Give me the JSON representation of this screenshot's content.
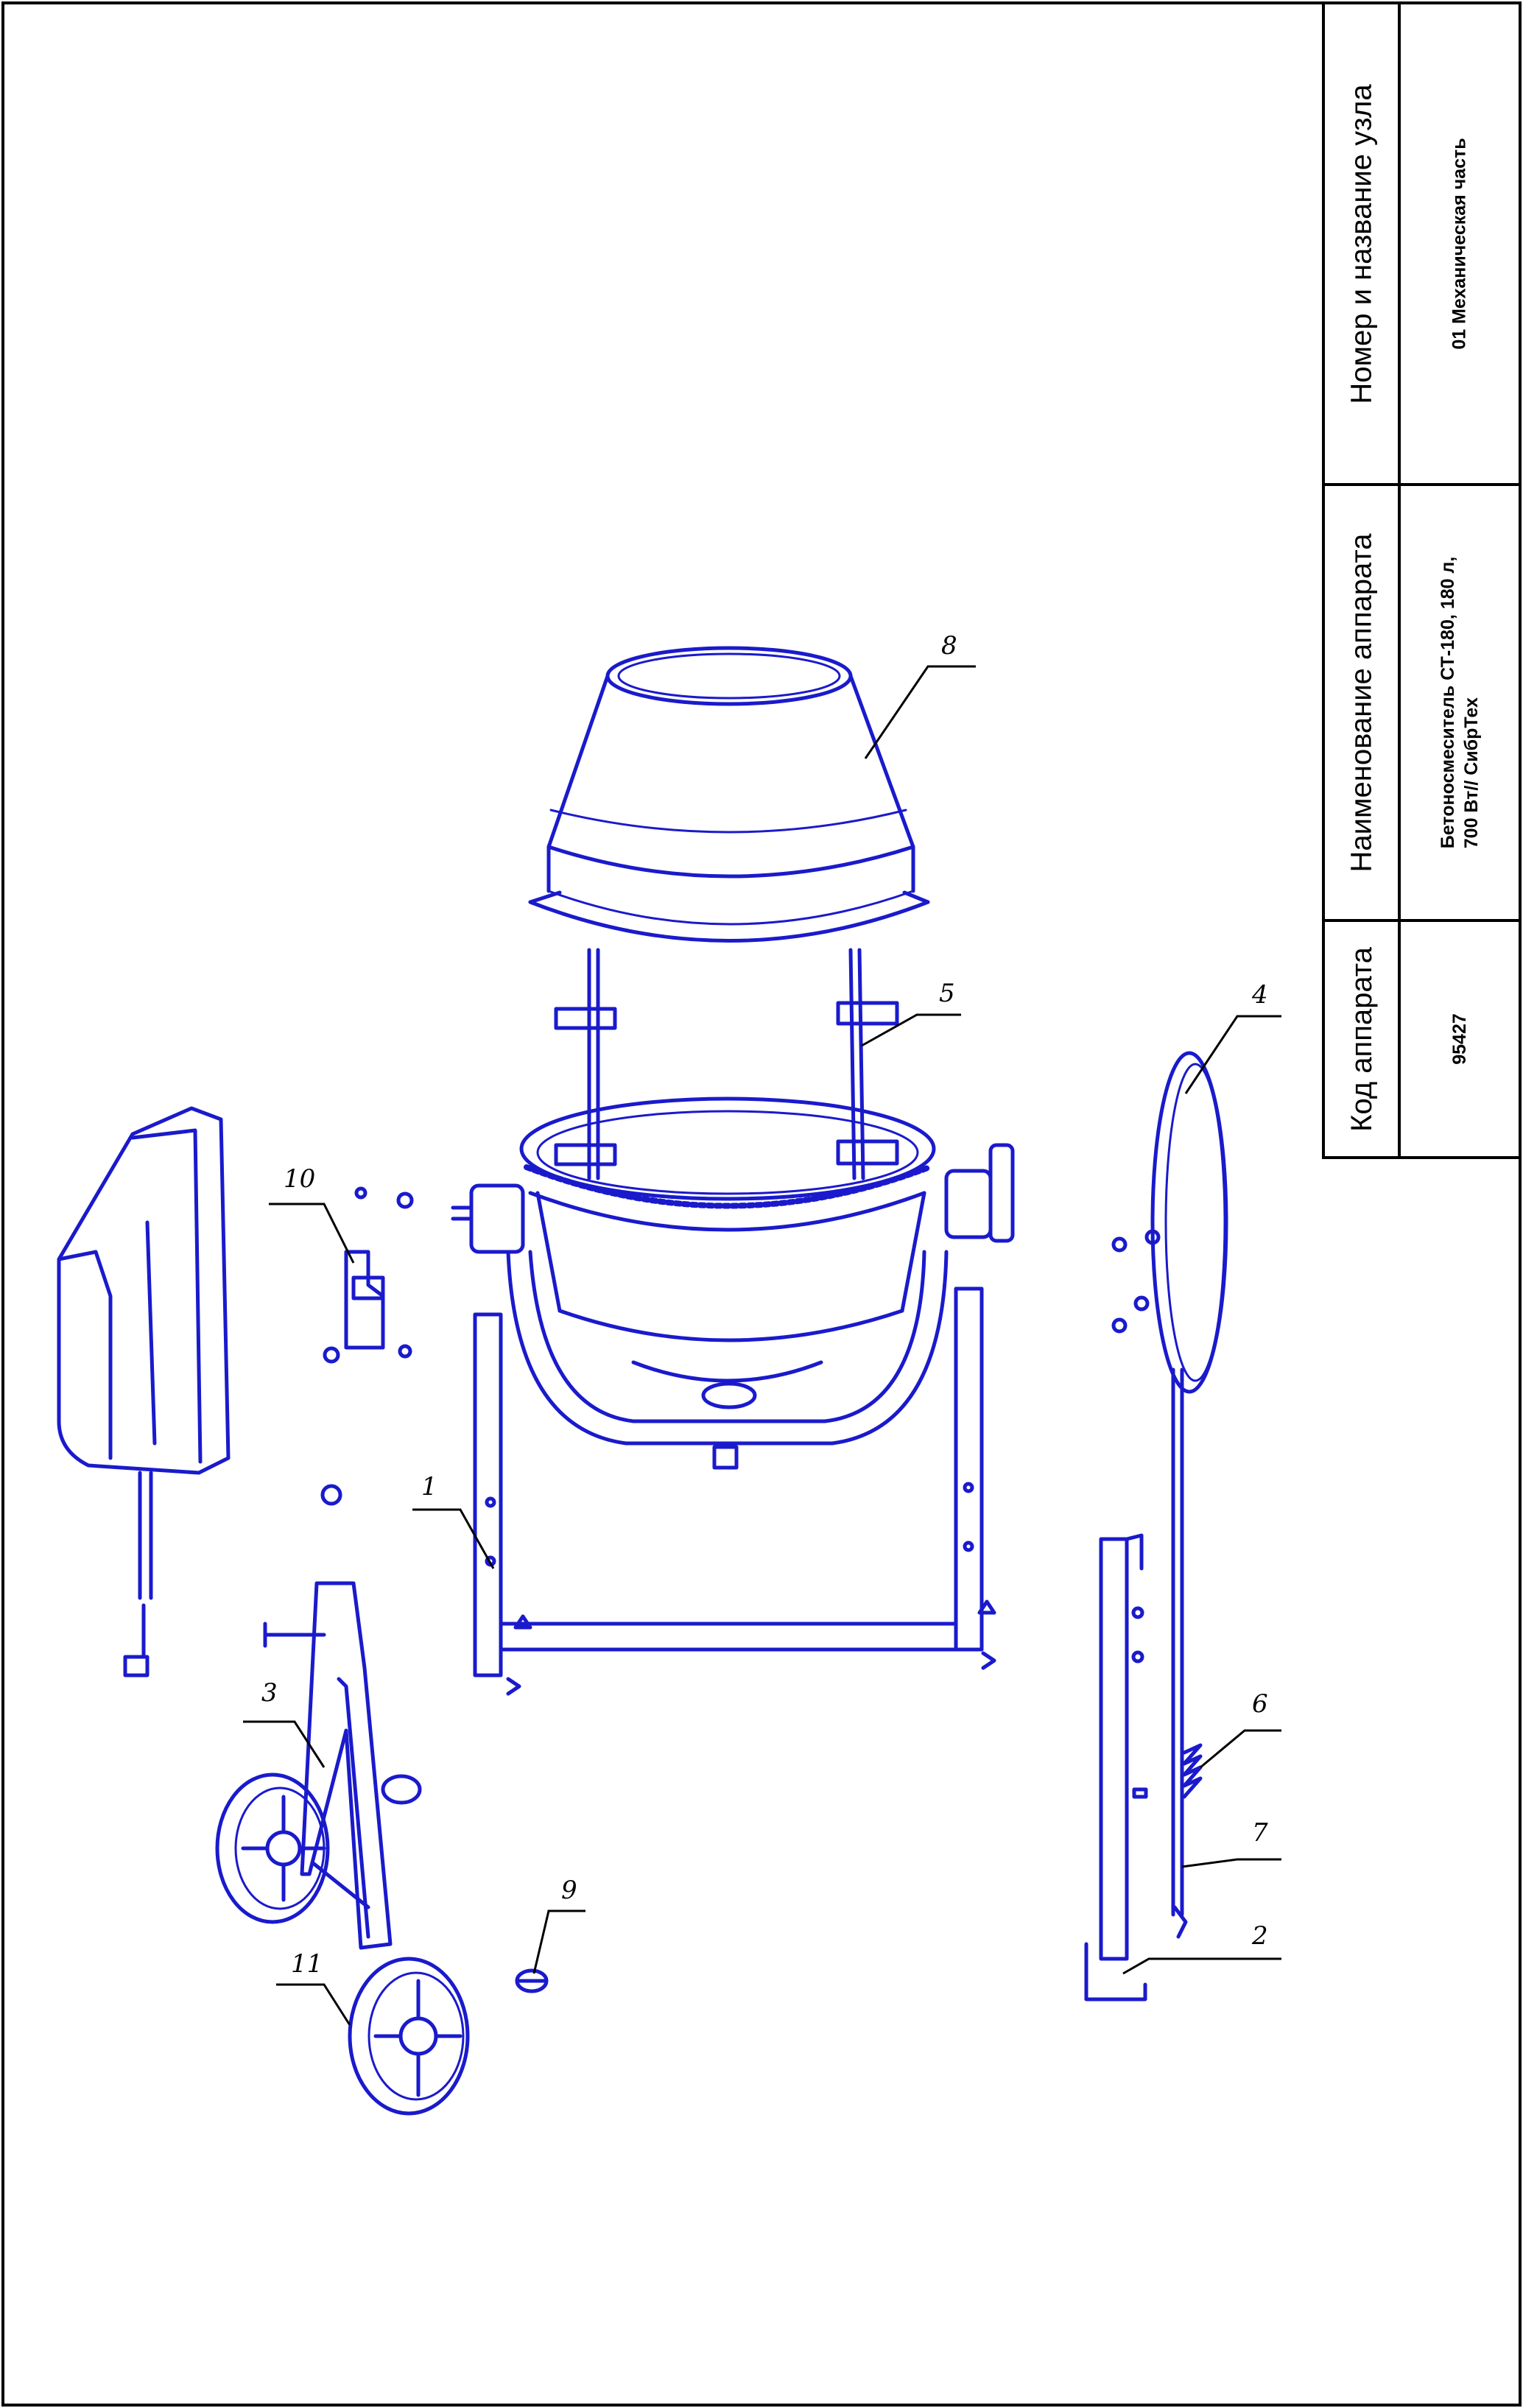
{
  "title_block": {
    "code_header": "Код аппарата",
    "code_value": "95427",
    "name_header": "Наименование аппарата",
    "name_value_line1": "Бетоносмеситель СТ-180, 180 л,",
    "name_value_line2": "700 Вт// СибрТех",
    "node_header": "Номер и название узла",
    "node_value": "01 Механическая часть"
  },
  "callouts": [
    {
      "label": "1",
      "part": "frame"
    },
    {
      "label": "2",
      "part": "rear-leg"
    },
    {
      "label": "3",
      "part": "wheel-leg"
    },
    {
      "label": "4",
      "part": "steering-wheel"
    },
    {
      "label": "5",
      "part": "drum-support-shaft"
    },
    {
      "label": "6",
      "part": "lock-spring"
    },
    {
      "label": "7",
      "part": "tilt-lever"
    },
    {
      "label": "8",
      "part": "drum-top-cone"
    },
    {
      "label": "9",
      "part": "nut"
    },
    {
      "label": "10",
      "part": "bracket"
    },
    {
      "label": "11",
      "part": "wheel"
    }
  ],
  "colors": {
    "line": "#1a1acc",
    "border": "#000000",
    "background": "#ffffff"
  }
}
